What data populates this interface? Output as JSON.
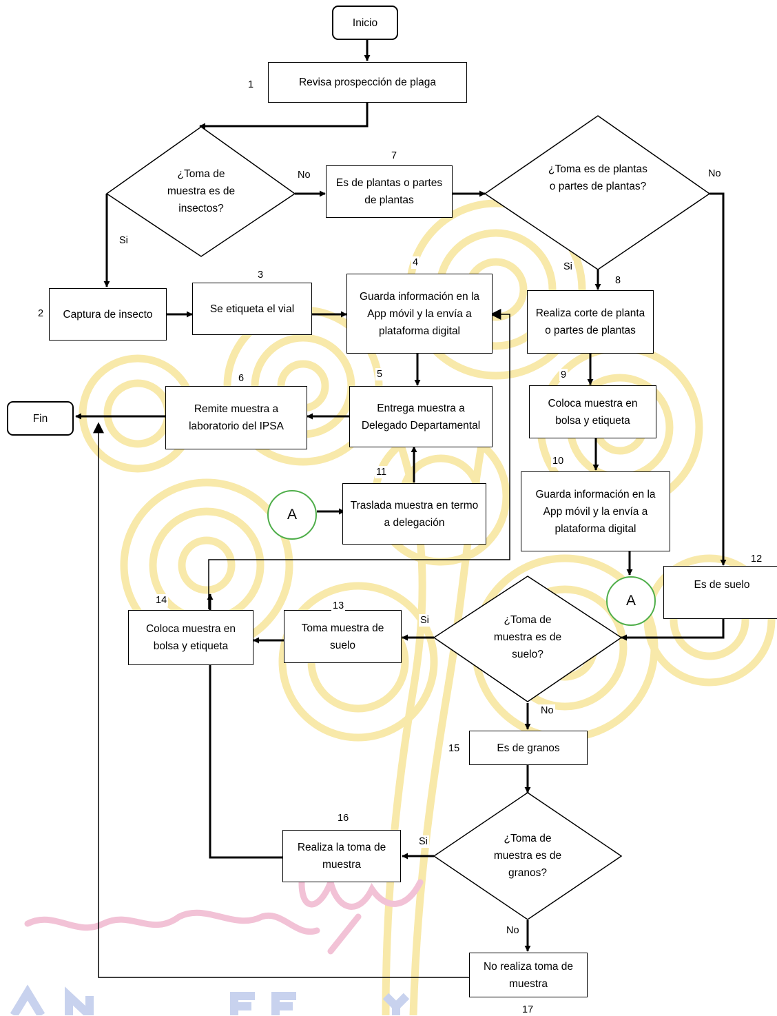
{
  "nodes": {
    "inicio": "Inicio",
    "fin": "Fin",
    "step1": "Revisa prospección de plaga",
    "decision_insectos": "¿Toma de muestra es de insectos?",
    "step2": "Captura de insecto",
    "step3": "Se etiqueta el vial",
    "step4": "Guarda información en la App móvil y la envía a plataforma digital",
    "step5": "Entrega muestra a Delegado Departamental",
    "step6": "Remite muestra a laboratorio del IPSA",
    "step7": "Es de plantas o partes de plantas",
    "decision_plantas": "¿Toma es de plantas o partes de plantas?",
    "step8": "Realiza corte de planta o partes de plantas",
    "step9": "Coloca muestra en bolsa y etiqueta",
    "step10": "Guarda información en la App móvil y la envía a plataforma digital",
    "step11": "Traslada muestra en termo a delegación",
    "step12": "Es de suelo",
    "decision_suelo": "¿Toma de muestra es de suelo?",
    "step13": "Toma muestra de suelo",
    "step14": "Coloca muestra en bolsa y etiqueta",
    "step15": "Es de granos",
    "decision_granos": "¿Toma de muestra es de granos?",
    "step16": "Realiza la toma de muestra",
    "step17": "No realiza toma de muestra",
    "connector_a": "A"
  },
  "numbers": {
    "n1": "1",
    "n2": "2",
    "n3": "3",
    "n4": "4",
    "n5": "5",
    "n6": "6",
    "n7": "7",
    "n8": "8",
    "n9": "9",
    "n10": "10",
    "n11": "11",
    "n12": "12",
    "n13": "13",
    "n14": "14",
    "n15": "15",
    "n16": "16",
    "n17": "17"
  },
  "labels": {
    "yes": "Si",
    "no": "No"
  },
  "colors": {
    "connector_border": "#4fae4a",
    "watermark_yellow": "#f8e8a6",
    "watermark_pink": "#f2c2d6",
    "watermark_blue": "#c8d2ee"
  }
}
